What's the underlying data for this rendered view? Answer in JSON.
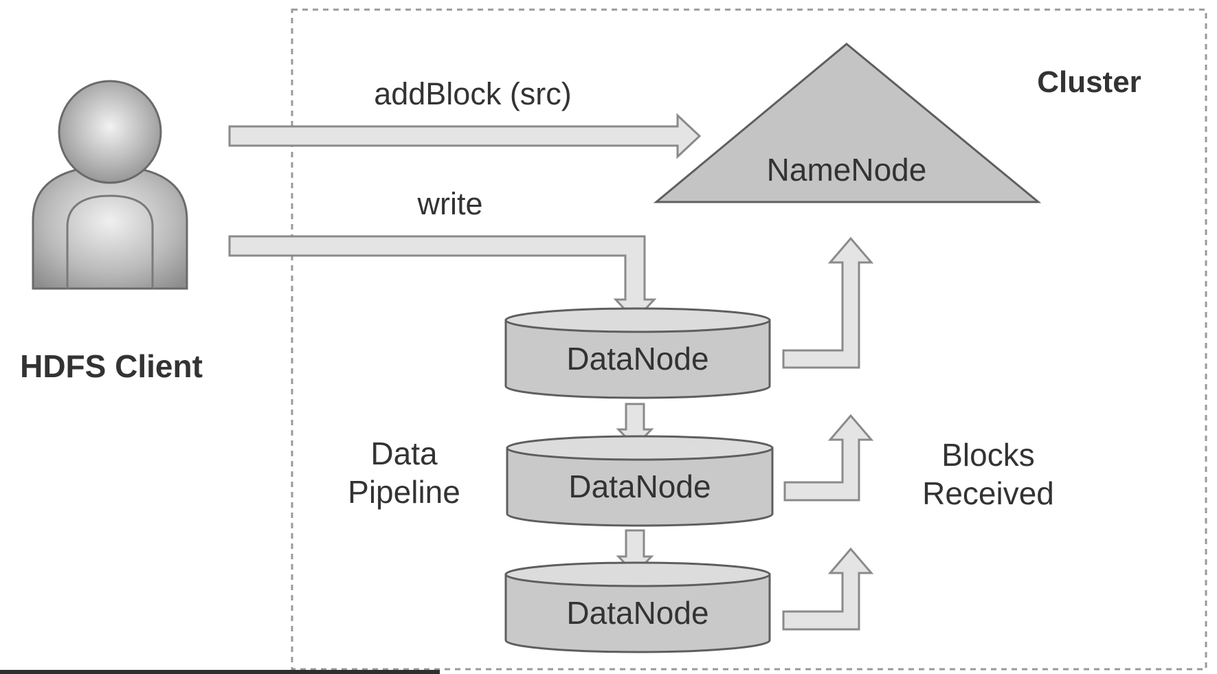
{
  "client": {
    "label": "HDFS Client"
  },
  "cluster": {
    "label": "Cluster"
  },
  "namenode": {
    "label": "NameNode"
  },
  "arrows": {
    "add_block": "addBlock (src)",
    "write": "write"
  },
  "pipeline": {
    "line1": "Data",
    "line2": "Pipeline"
  },
  "blocks_received": {
    "line1": "Blocks",
    "line2": "Received"
  },
  "datanodes": [
    {
      "label": "DataNode"
    },
    {
      "label": "DataNode"
    },
    {
      "label": "DataNode"
    }
  ],
  "colors": {
    "node_fill": "#c9c9c9",
    "arrow_fill": "#e4e4e4",
    "outline": "#5e5e5e",
    "text": "#333333"
  }
}
